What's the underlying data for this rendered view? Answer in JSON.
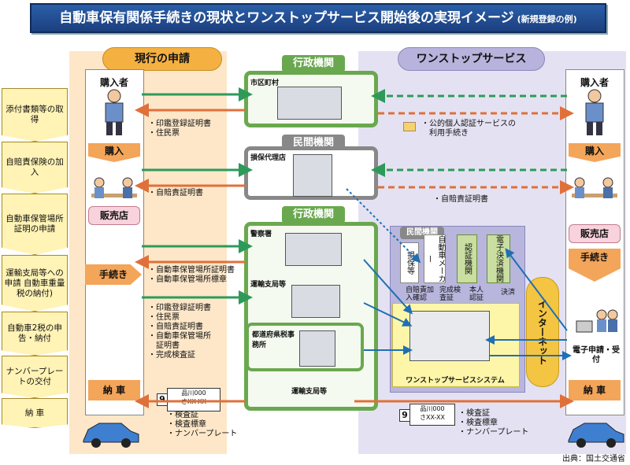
{
  "title": {
    "main": "自動車保有関係手続きの現状とワンストップサービス開始後の実現イメージ",
    "sub": "(新規登録の例)"
  },
  "current": {
    "label": "現行の申請"
  },
  "gov_label": "行政機関",
  "private_label": "民間機関",
  "onestop": {
    "label": "ワンストップサービス"
  },
  "steps": [
    "添付書類等の取得",
    "自賠責保険の加入",
    "自動車保管場所証明の申請",
    "運輸支局等への申請 自動車重量税の納付)",
    "自動車2税の申告・納付",
    "ナンバープレートの交付",
    "納 車"
  ],
  "left": {
    "buyer": "購入者",
    "purchase": "購入",
    "dealer": "販売店",
    "procedure": "手続き",
    "delivery": "納 車"
  },
  "right": {
    "buyer": "購入者",
    "purchase": "購入",
    "dealer": "販売店",
    "procedure": "手続き",
    "delivery": "納 車",
    "e_apply": "電子申請・受付"
  },
  "offices": {
    "city": "市区町村",
    "insurance": "損保代理店",
    "police": "警察署",
    "transport": "運輸支局等",
    "prefecture": "都道府県税事務所",
    "transport2": "運輸支局等"
  },
  "notes": {
    "n1": [
      "・印鑑登録証明書",
      "・住民票"
    ],
    "n2": [
      "・自賠責証明書"
    ],
    "n3": [
      "・自動車保管場所証明書",
      "・自動車保管場所標章"
    ],
    "n4": [
      "・印鑑登録証明書",
      "・住民票",
      "・自賠責証明書",
      "・自動車保管場所",
      "　証明書",
      "・完成検査証"
    ],
    "n5": [
      "・検査証",
      "・検査標章",
      "・ナンバープレート"
    ],
    "r1": [
      "・公的個人認証サービスの",
      "　利用手続き"
    ],
    "r2": [
      "・自賠責証明書"
    ],
    "r5": [
      "・検査証",
      "・検査標章",
      "・ナンバープレート"
    ]
  },
  "private_os": {
    "label": "民間機関",
    "ins": "損保等",
    "maker": "自動車メーカー",
    "auth": "認証機関",
    "epay": "電子決済機関"
  },
  "flows": {
    "f1": "自賠責加入確認",
    "f2": "完成検査証",
    "f3": "本人認証",
    "f4": "決済"
  },
  "system": "ワンストップサービスシステム",
  "internet": "インターネット",
  "plate": {
    "num": "9",
    "text1": "品川000",
    "text2": "さXX-XX"
  },
  "credit": "出典：国土交通省",
  "colors": {
    "green": "#2e9a5a",
    "orange": "#e0703a",
    "blue": "#1f6fb5"
  }
}
